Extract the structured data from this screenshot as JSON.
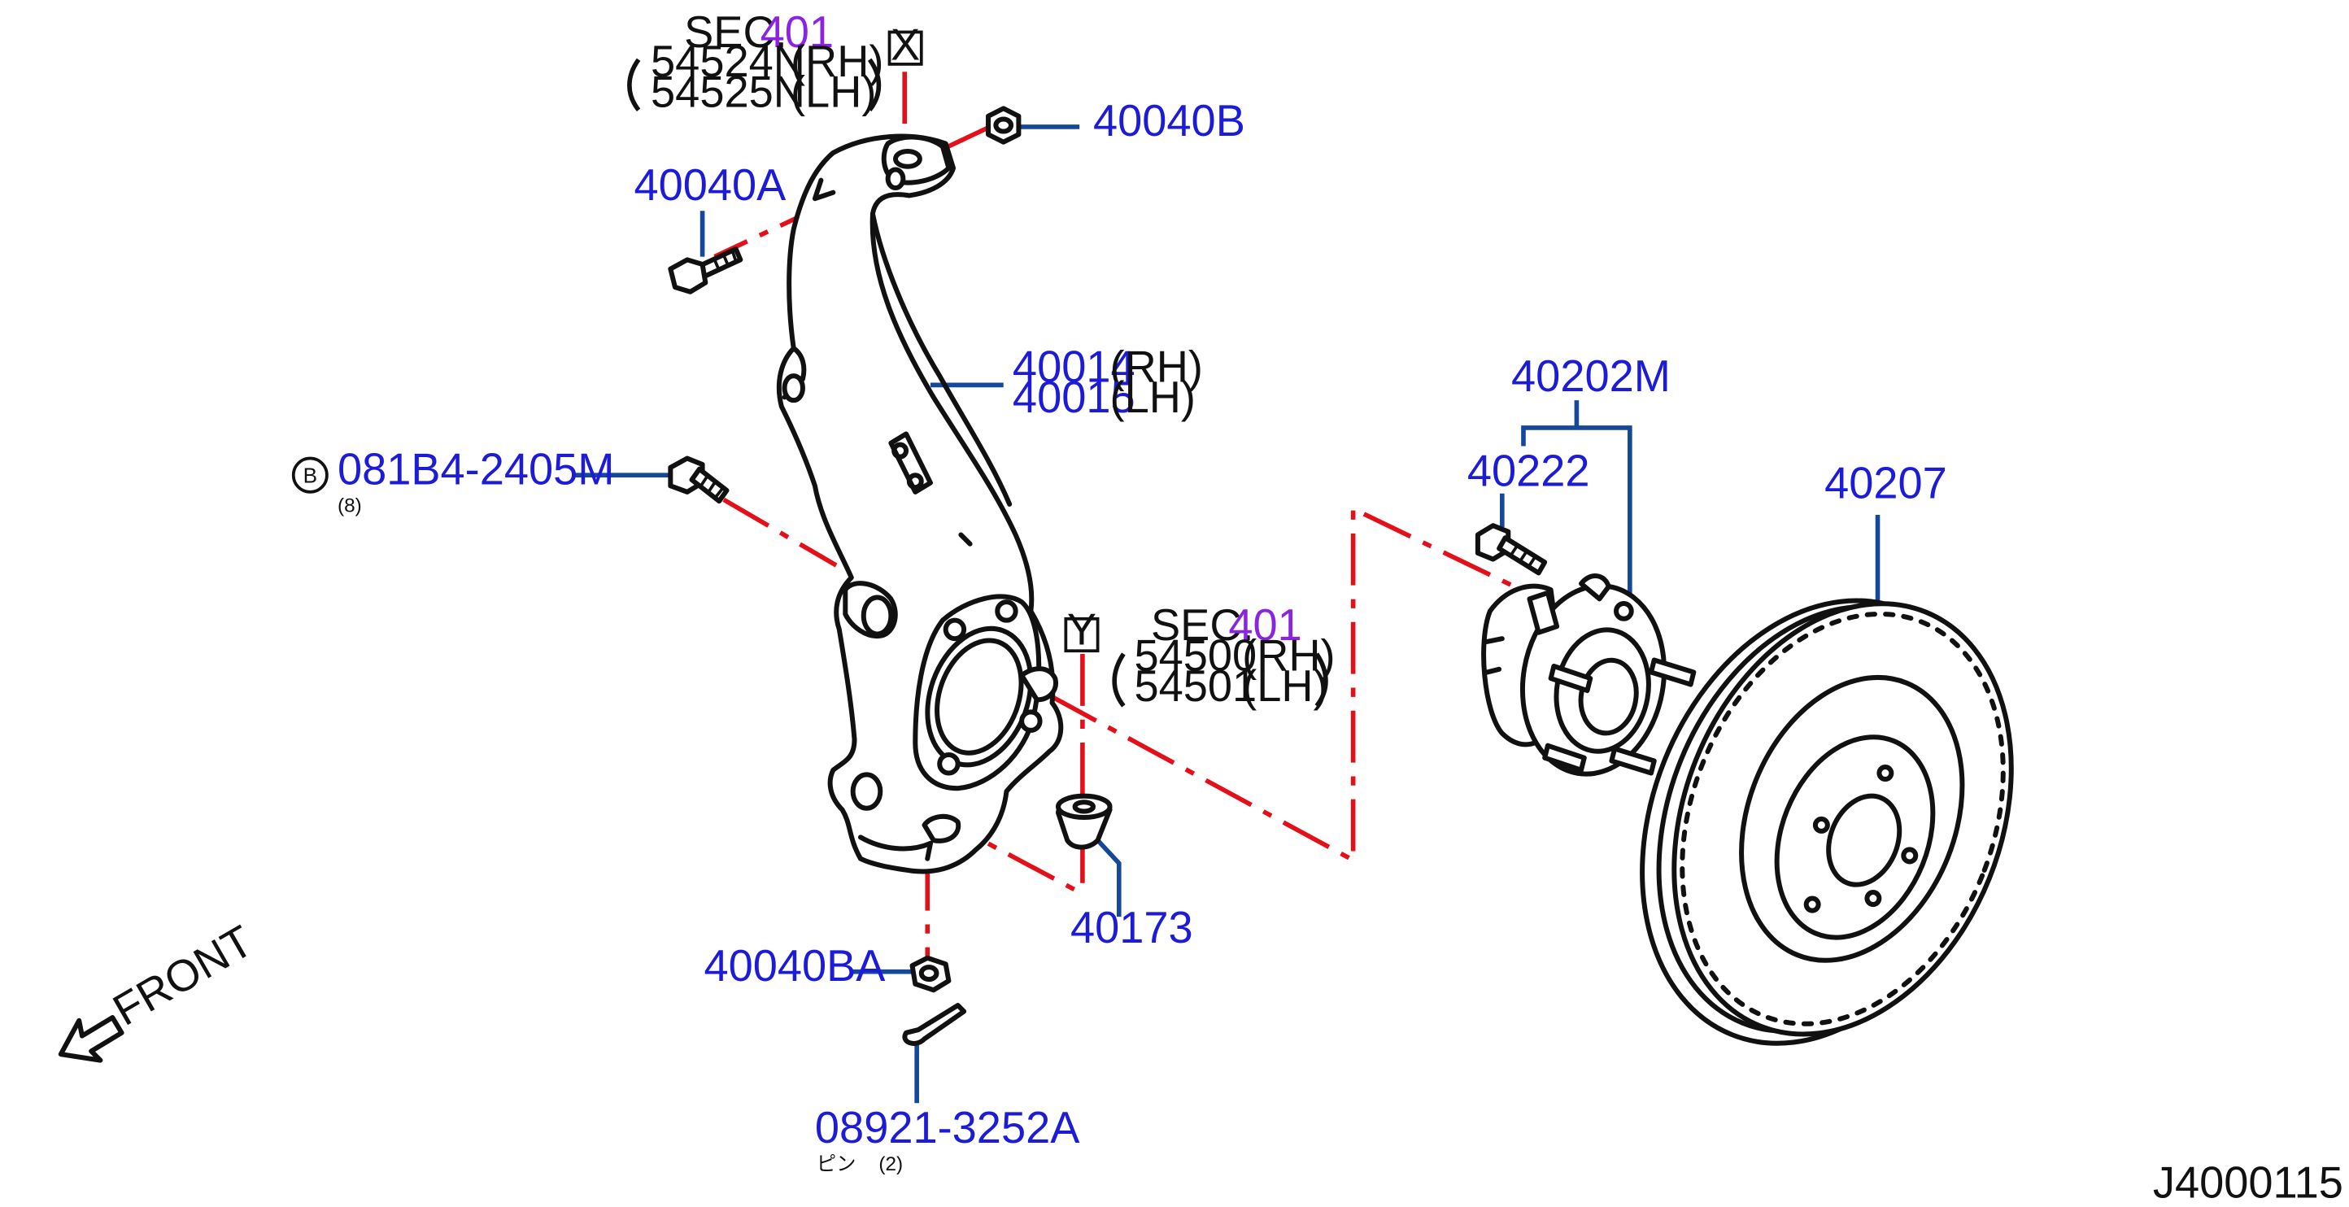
{
  "callouts": {
    "sec_x": {
      "prefix": "SEC.",
      "section": "401",
      "box_letter": "X",
      "rows": [
        {
          "part": "54524N",
          "side": "(RH)"
        },
        {
          "part": "54525N",
          "side": "(LH)"
        }
      ]
    },
    "sec_y": {
      "prefix": "SEC.",
      "section": "401",
      "box_letter": "Y",
      "rows": [
        {
          "part": "54500",
          "side": "(RH)"
        },
        {
          "part": "54501",
          "side": "(LH)"
        }
      ]
    },
    "p40040b": "40040B",
    "p40040a": "40040A",
    "p40014": {
      "part": "40014",
      "side": "(RH)"
    },
    "p40015": {
      "part": "40015",
      "side": "(LH)"
    },
    "bolt_b": {
      "badge": "B",
      "part": "081B4-2405M",
      "qty": "(8)"
    },
    "p40202m": "40202M",
    "p40222": "40222",
    "p40207": "40207",
    "p40173": "40173",
    "p40040ba": "40040BA",
    "pin": {
      "part": "08921-3252A",
      "name": "ピン",
      "qty": "(2)"
    }
  },
  "front_label": "FRONT",
  "drawing_id": "J4000115",
  "colors": {
    "part_number": "#1c1cd8",
    "section_ref": "#8a24e0",
    "centerline": "#e3101a",
    "leader": "#15489a",
    "outline": "#111111"
  }
}
